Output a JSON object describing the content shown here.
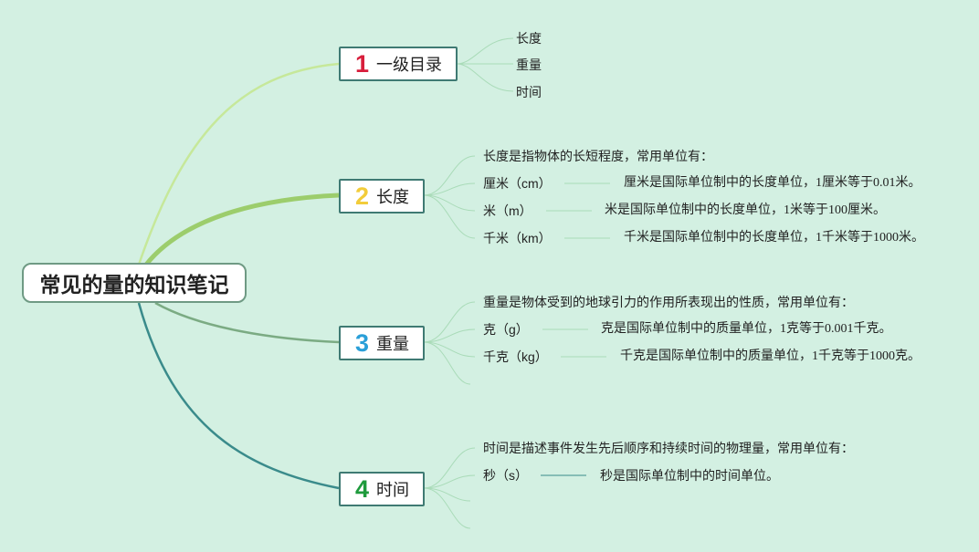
{
  "root": {
    "title": "常见的量的知识笔记"
  },
  "colors": {
    "background": "#d3f0e2",
    "num1": "#d81e3c",
    "num2": "#f2cc3a",
    "num3": "#2a9fd8",
    "num4": "#1e9a3c",
    "branch1_line": "#c6e89a",
    "branch2_line": "#9ccd6c",
    "branch3_line": "#7bab83",
    "branch4_line": "#3a8b8b"
  },
  "branches": [
    {
      "num": "1",
      "label": "一级目录",
      "items": [
        {
          "label": "长度"
        },
        {
          "label": "重量"
        },
        {
          "label": "时间"
        }
      ]
    },
    {
      "num": "2",
      "label": "长度",
      "intro": "长度是指物体的长短程度，常用单位有：",
      "items": [
        {
          "unit": "厘米（cm）",
          "desc": "厘米是国际单位制中的长度单位，1厘米等于0.01米。"
        },
        {
          "unit": "米（m）",
          "desc": "米是国际单位制中的长度单位，1米等于100厘米。"
        },
        {
          "unit": "千米（km）",
          "desc": "千米是国际单位制中的长度单位，1千米等于1000米。"
        }
      ]
    },
    {
      "num": "3",
      "label": "重量",
      "intro": "重量是物体受到的地球引力的作用所表现出的性质，常用单位有：",
      "items": [
        {
          "unit": "克（g）",
          "desc": "克是国际单位制中的质量单位，1克等于0.001千克。"
        },
        {
          "unit": "千克（kg）",
          "desc": "千克是国际单位制中的质量单位，1千克等于1000克。"
        }
      ]
    },
    {
      "num": "4",
      "label": "时间",
      "intro": "时间是描述事件发生先后顺序和持续时间的物理量，常用单位有：",
      "items": [
        {
          "unit": "秒（s）",
          "desc": "秒是国际单位制中的时间单位。"
        }
      ]
    }
  ]
}
